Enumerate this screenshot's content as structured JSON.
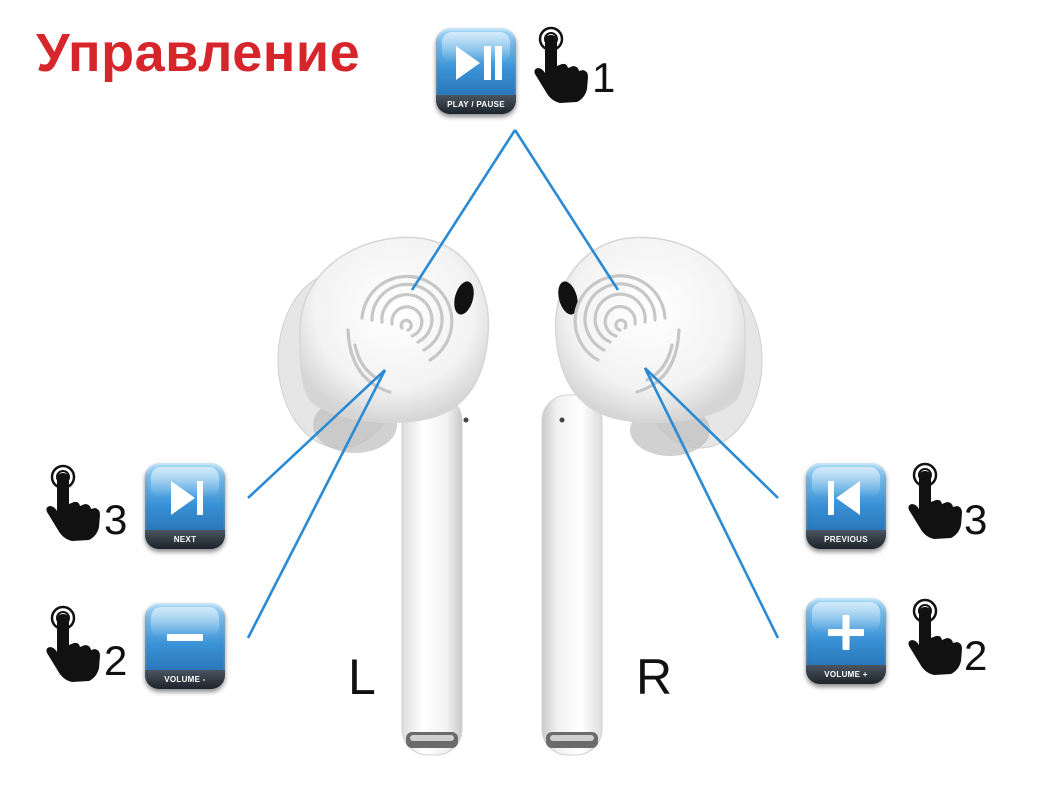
{
  "title": "Управление",
  "earbuds": {
    "left_label": "L",
    "right_label": "R"
  },
  "controls": {
    "play_pause": {
      "caption": "PLAY / PAUSE",
      "taps": "1",
      "icon": "play-pause-icon"
    },
    "next": {
      "caption": "NEXT",
      "taps": "3",
      "icon": "next-track-icon"
    },
    "volume_down": {
      "caption": "VOLUME -",
      "taps": "2",
      "icon": "minus-icon"
    },
    "previous": {
      "caption": "PREVIOUS",
      "taps": "3",
      "icon": "previous-track-icon"
    },
    "volume_up": {
      "caption": "VOLUME +",
      "taps": "2",
      "icon": "plus-icon"
    }
  },
  "colors": {
    "title": "#d7262b",
    "connector": "#2a8bd4",
    "button_blue": "#3a92d6"
  }
}
